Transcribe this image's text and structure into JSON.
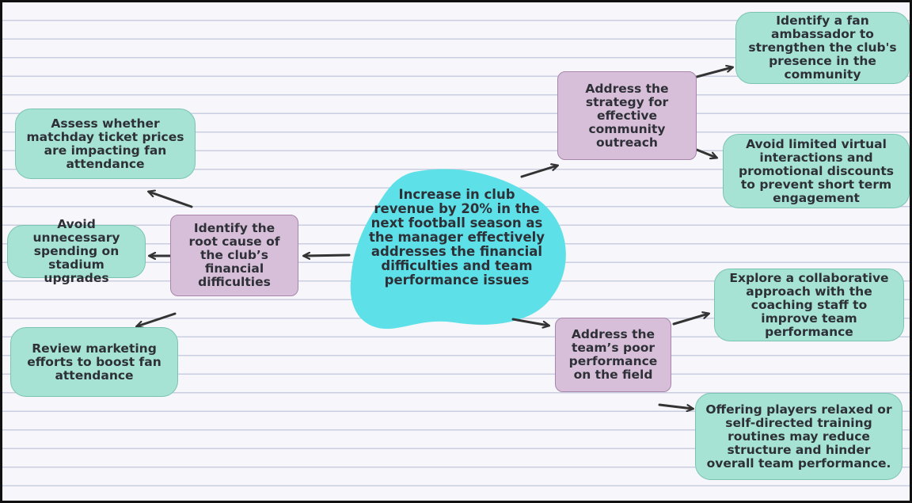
{
  "central": {
    "text": "Increase in club revenue by 20% in the next football season as the manager effectively addresses the financial difficulties and team performance issues",
    "color": "#5ee0e8"
  },
  "branches": [
    {
      "id": "root-cause",
      "text": "Identify the root cause of the club’s financial difficulties",
      "children": [
        "Assess whether matchday ticket prices are impacting fan attendance",
        "Avoid unnecessary spending on stadium upgrades",
        "Review marketing efforts to boost fan attendance"
      ]
    },
    {
      "id": "community-outreach",
      "text": "Address the strategy for effective community outreach",
      "children": [
        "Identify a fan ambassador to strengthen the club's presence in the community",
        "Avoid limited virtual interactions and promotional discounts to prevent short term engagement"
      ]
    },
    {
      "id": "team-performance",
      "text": "Address the team’s poor performance on the field",
      "children": [
        "Explore a collaborative approach with the coaching staff to improve team performance",
        "Offering players relaxed or self-directed training routines may reduce structure and hinder overall team performance."
      ]
    }
  ],
  "colors": {
    "leaf_fill": "#a6e3d4",
    "branch_fill": "#d8bfd9",
    "arrow": "#333333"
  }
}
